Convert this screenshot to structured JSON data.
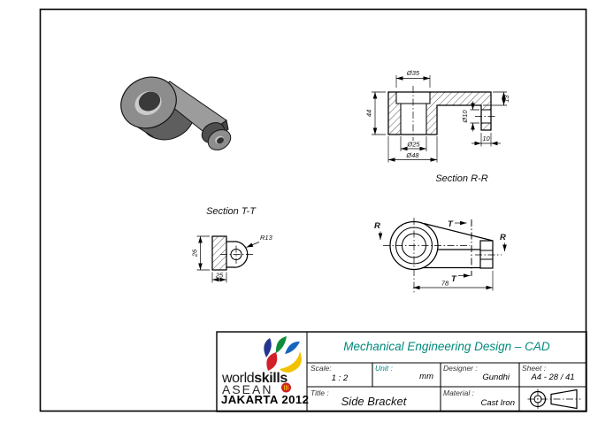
{
  "sheet": {
    "views": {
      "section_rr": {
        "label": "Section R-R",
        "dim_d35": "Ø35",
        "dim_h44": "44",
        "dim_d25": "Ø25",
        "dim_d48": "Ø48",
        "dim_d10": "Ø10",
        "dim_t13": "13",
        "dim_w10": "10"
      },
      "section_tt": {
        "label": "Section T-T",
        "dim_r13": "R13",
        "dim_h26": "26",
        "dim_w25": "25"
      },
      "front": {
        "marker_r": "R",
        "marker_t": "T",
        "dim_len78": "78"
      }
    },
    "title_block": {
      "project_title": "Mechanical Engineering Design – CAD",
      "scale_label": "Scale:",
      "scale_value": "1 : 2",
      "unit_label": "Unit :",
      "unit_value": "mm",
      "designer_label": "Designer :",
      "designer_value": "Gundhi",
      "sheet_label": "Sheet :",
      "sheet_value": "A4 - 28 / 41",
      "title_label": "Title :",
      "title_value": "Side Bracket",
      "material_label": "Material :",
      "material_value": "Cast Iron"
    },
    "logo": {
      "brand_word": "world",
      "brand_skills": "skills",
      "region": "ASEAN",
      "event": "JAKARTA 2012"
    },
    "colors": {
      "accent": "#00897b",
      "ink": "#000000",
      "logo_navy": "#24368f",
      "logo_green": "#0e8c3a",
      "logo_blue": "#1565c0",
      "logo_red": "#d22128",
      "logo_yellow": "#f2c200"
    }
  }
}
